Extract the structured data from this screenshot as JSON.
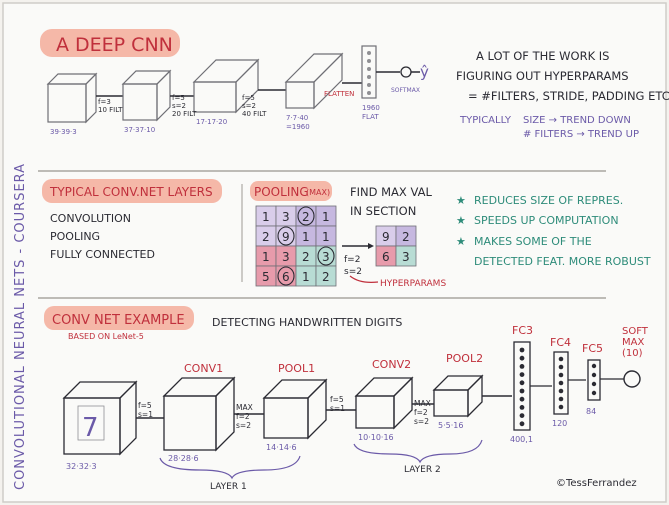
{
  "sidebar_text": "CONVOLUTIONAL NEURAL NETS - COURSERA",
  "section1": {
    "title": "A DEEP CNN",
    "volumes": [
      {
        "dims": "39·39·3",
        "op": "f=3\n10 FILT"
      },
      {
        "dims": "37·37·10",
        "op": "f=5\ns=2\n20 FILT"
      },
      {
        "dims": "17·17·20",
        "op": "f=5\ns=2\n40 FILT"
      },
      {
        "dims": "7·7·40\n=1960",
        "op": "FLATTEN"
      }
    ],
    "flat_label": "1960\nFLAT",
    "softmax_label": "SOFTMAX",
    "output": "ŷ",
    "note_lines": [
      "A LOT OF THE WORK IS",
      "FIGURING OUT HYPERPARAMS",
      "= #FILTERS, STRIDE, PADDING ETC"
    ],
    "typically": "TYPICALLY",
    "trend_size": "SIZE → TREND DOWN",
    "trend_filters": "# FILTERS → TREND UP"
  },
  "section2": {
    "title": "TYPICAL CONV.NET LAYERS",
    "layers": [
      "CONVOLUTION",
      "POOLING",
      "FULLY CONNECTED"
    ],
    "pooling_title": "POOLING",
    "pooling_max": "(MAX)",
    "find_max": [
      "FIND MAX VAL",
      "IN SECTION"
    ],
    "grid": [
      [
        "1",
        "3",
        "2",
        "1"
      ],
      [
        "2",
        "9",
        "1",
        "1"
      ],
      [
        "1",
        "3",
        "2",
        "3"
      ],
      [
        "5",
        "6",
        "1",
        "2"
      ]
    ],
    "pool_f": "f=2",
    "pool_s": "s=2",
    "result": [
      [
        "9",
        "2"
      ],
      [
        "6",
        "3"
      ]
    ],
    "hyperparams": "HYPERPARAMS",
    "benefits": [
      "REDUCES SIZE OF REPRES.",
      "SPEEDS UP COMPUTATION",
      "MAKES SOME OF THE",
      "DETECTED FEAT. MORE ROBUST"
    ]
  },
  "section3": {
    "title": "CONV NET EXAMPLE",
    "subtitle": "BASED ON LeNet-5",
    "detect": "DETECTING HANDWRITTEN DIGITS",
    "digit": "7",
    "input_dims": "32·32·3",
    "conv1": "CONV1",
    "conv1_dims": "28·28·6",
    "conv1_op": "f=5\ns=1",
    "pool1": "POOL1",
    "pool1_dims": "14·14·6",
    "pool1_op": "MAX\nf=2\ns=2",
    "conv2": "CONV2",
    "conv2_dims": "10·10·16",
    "conv2_op": "f=5\ns=1",
    "pool2": "POOL2",
    "pool2_dims": "5·5·16",
    "pool2_op": "MAX\nf=2\ns=2",
    "layer1": "LAYER 1",
    "layer2": "LAYER 2",
    "fc3": "FC3",
    "fc3_size": "400,1",
    "fc4": "FC4",
    "fc4_size": "120",
    "fc5": "FC5",
    "fc5_size": "84",
    "softmax": "SOFT\nMAX\n(10)",
    "credit": "©TessFerrandez"
  },
  "colors": {
    "ink": "#2b2b33",
    "purple": "#6b5aa8",
    "red": "#c0303c",
    "teal": "#2e8c7a",
    "highlight": "#f5b8a8",
    "grey": "#8f8f93"
  }
}
